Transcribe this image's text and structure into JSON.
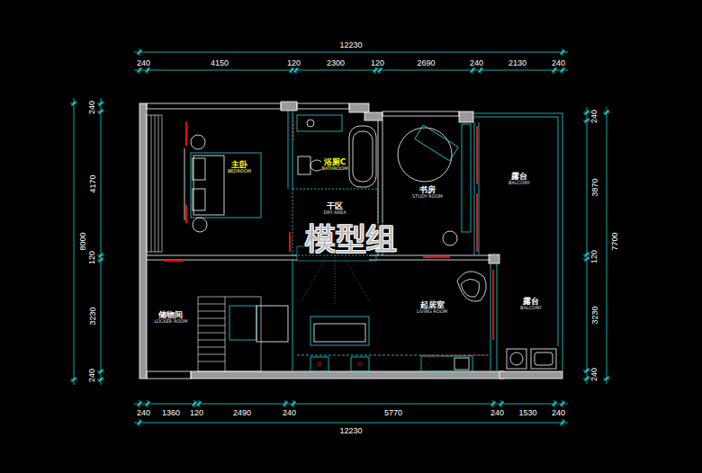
{
  "diagram": {
    "nodes": [
      {
        "text": [
          "主卧",
          "BEDROOM"
        ]
      },
      {
        "text": [
          "浴厕C",
          "BATHROOM"
        ]
      },
      {
        "text": [
          "书房",
          "STUDY ROOM"
        ]
      },
      {
        "text": [
          "露台",
          "BALCONY"
        ]
      },
      {
        "text": [
          "干区",
          "DRY AREA"
        ]
      },
      {
        "text": [
          "起居室",
          "LIVING ROOM"
        ]
      },
      {
        "text": [
          "露台",
          "BALCONY"
        ]
      },
      {
        "text": [
          "储物间",
          "LOCKER ROOM"
        ]
      }
    ],
    "labels": [
      "12230",
      "240",
      "4150",
      "120",
      "2300",
      "120",
      "2690",
      "240",
      "2130",
      "240",
      "240",
      "4170",
      "120",
      "3230",
      "240",
      "8000",
      "240",
      "3870",
      "120",
      "3230",
      "240",
      "7700",
      "240",
      "1360",
      "120",
      "2490",
      "240",
      "5770",
      "240",
      "1530",
      "240",
      "12230",
      "模型组"
    ]
  }
}
